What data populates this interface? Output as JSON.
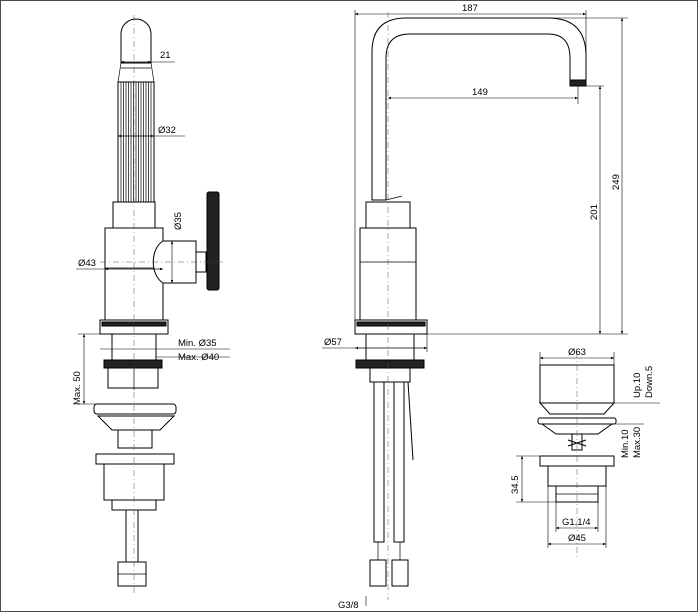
{
  "front_view": {
    "handle_width": "21",
    "handle_diameter": "Ø32",
    "lever_diameter": "Ø35",
    "body_diameter": "Ø43",
    "mounting_min": "Min. Ø35",
    "mounting_max": "Max. Ø40",
    "deck_thickness": "Max. 50"
  },
  "side_view": {
    "total_reach": "187",
    "spout_reach": "149",
    "total_height": "249",
    "spout_height": "201",
    "base_diameter": "Ø57",
    "connection_thread": "G3/8"
  },
  "waste_view": {
    "cap_diameter": "Ø63",
    "stroke_up": "Up.10",
    "stroke_down": "Down.5",
    "stroke_min": "Min.10",
    "stroke_max": "Max.30",
    "height": "34.5",
    "thread": "G1.1/4",
    "flange_diameter": "Ø45"
  }
}
